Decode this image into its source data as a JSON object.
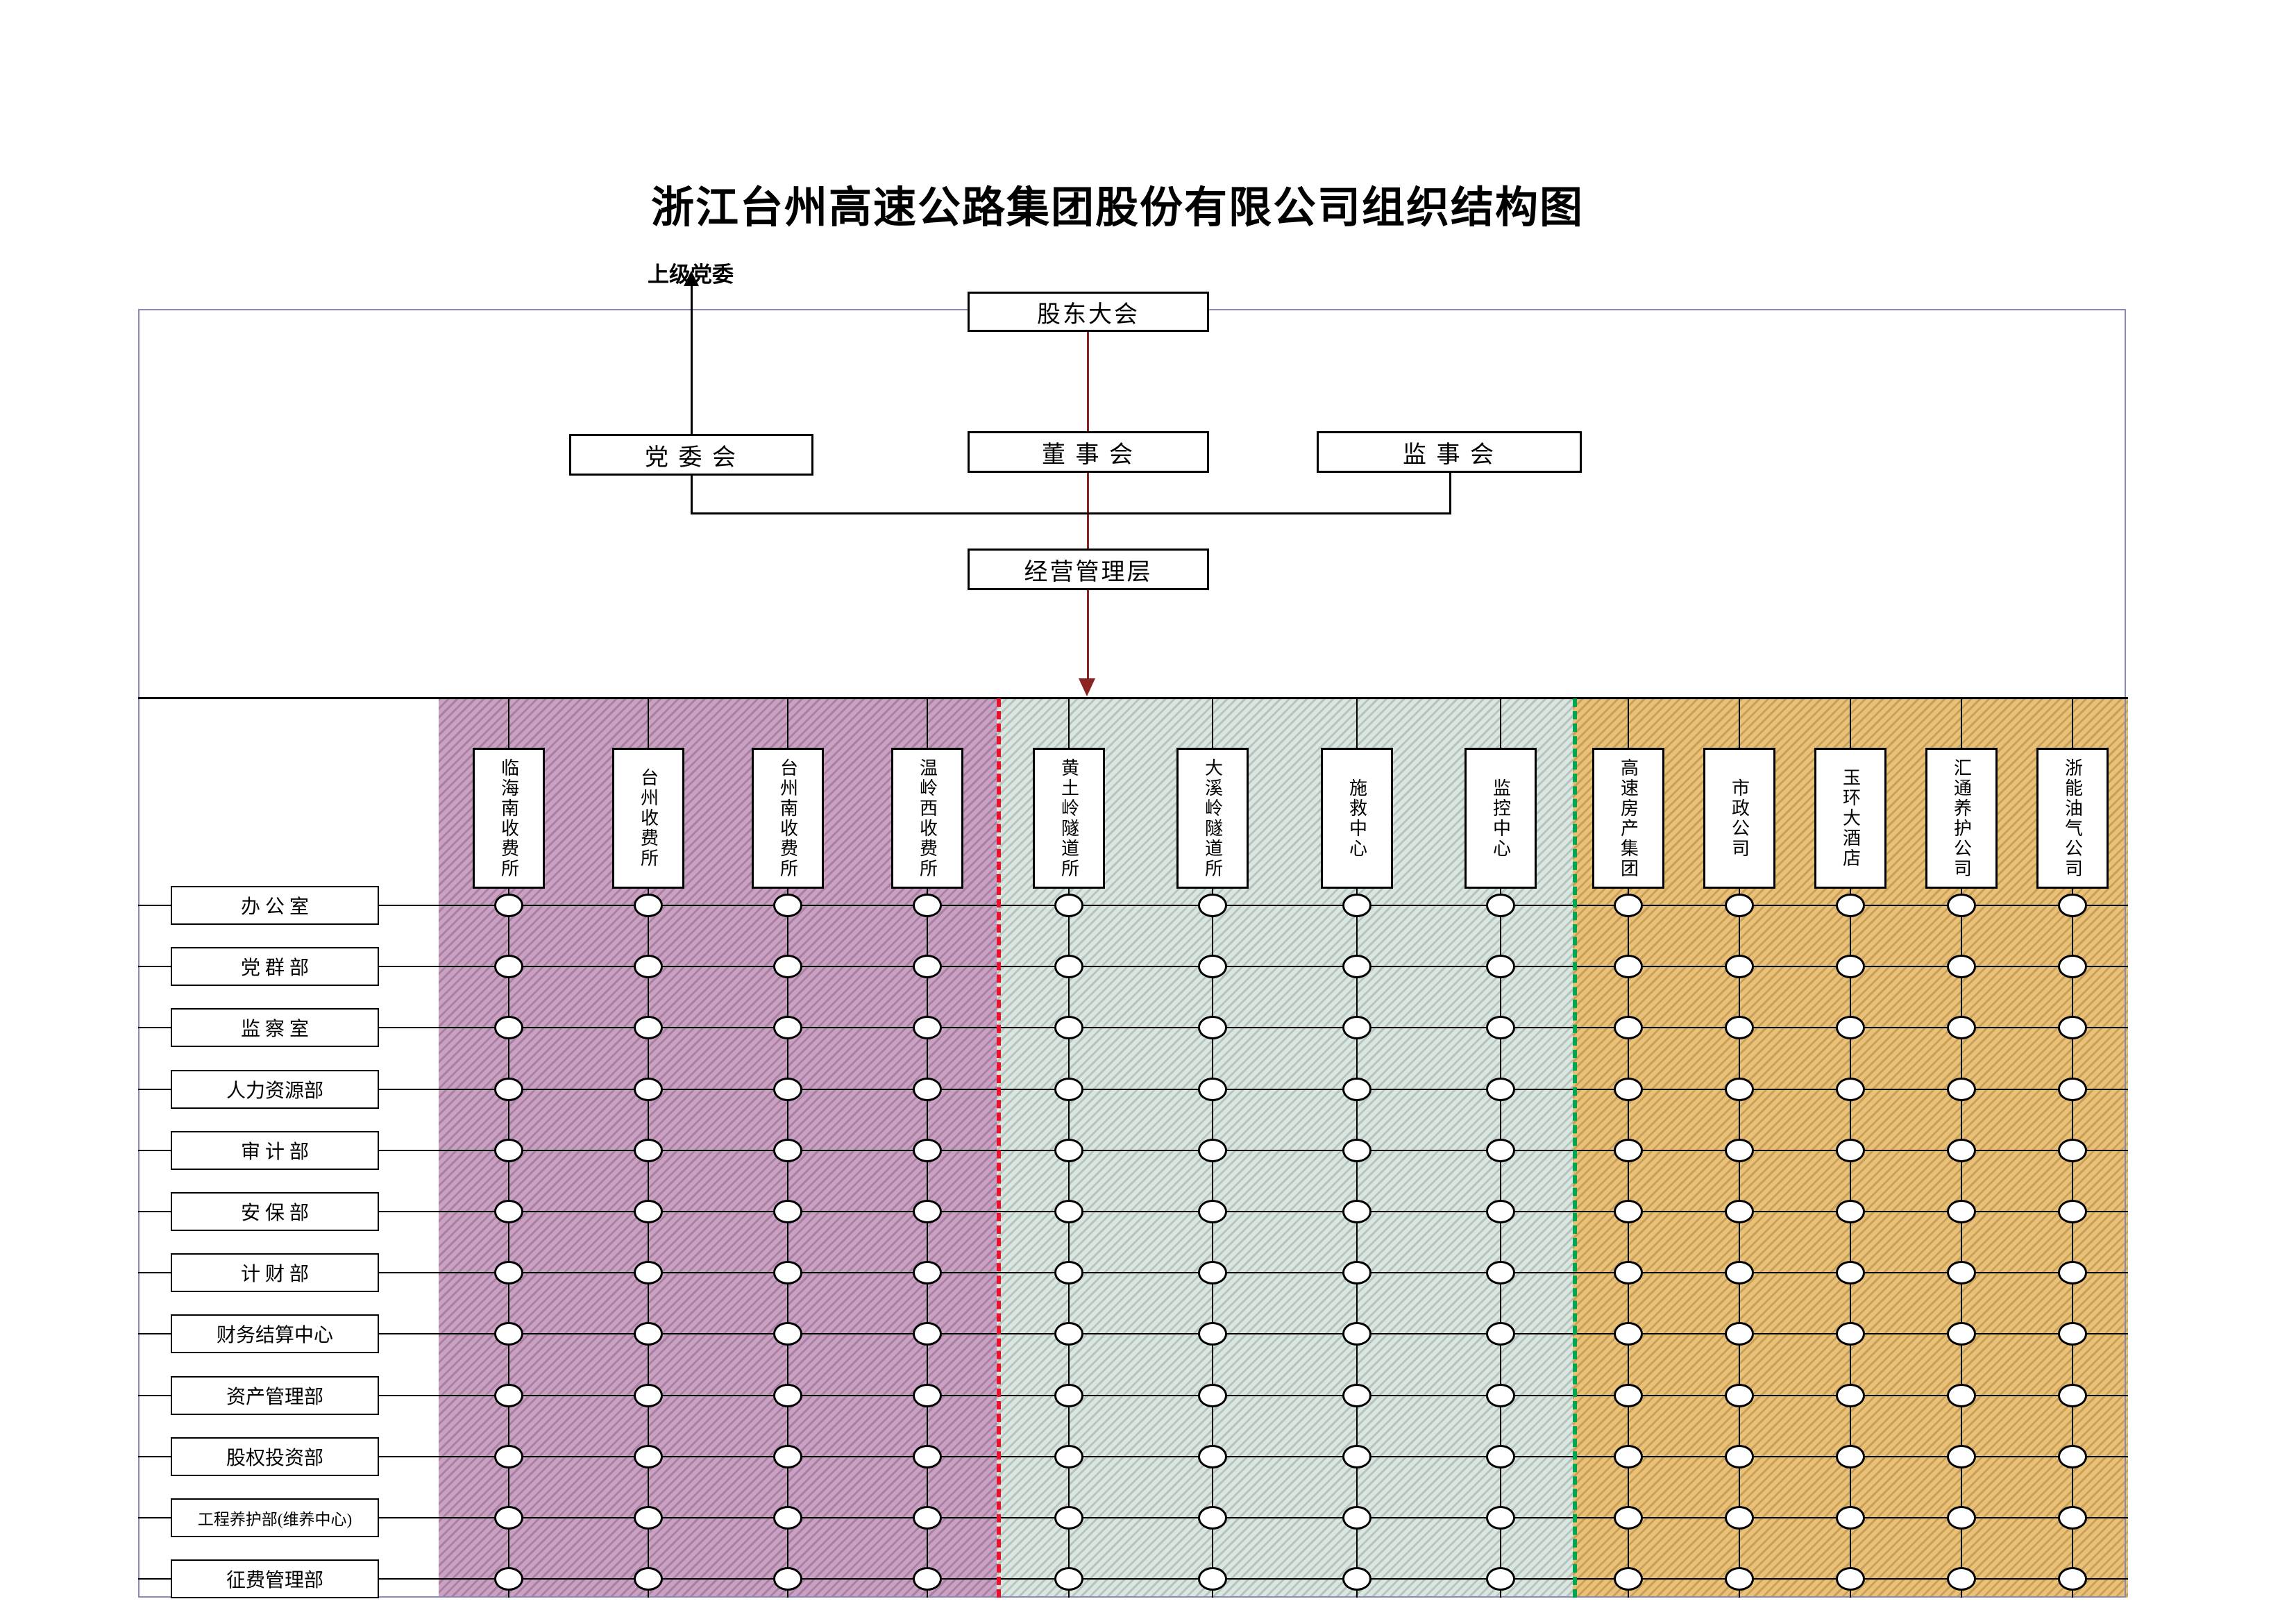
{
  "title": "浙江台州高速公路集团股份有限公司组织结构图",
  "top_label": "上级党委",
  "org_boxes": {
    "shareholders": "股东大会",
    "party_committee": "党  委  会",
    "board": "董  事  会",
    "supervisors": "监  事  会",
    "management": "经营管理层"
  },
  "departments": [
    "办 公 室",
    "党 群 部",
    "监 察 室",
    "人力资源部",
    "审 计 部",
    "安 保 部",
    "计 财 部",
    "财务结算中心",
    "资产管理部",
    "股权投资部",
    "工程养护部(维养中心)",
    "征费管理部"
  ],
  "columns": [
    {
      "label": "临海南收费所",
      "group": "toll"
    },
    {
      "label": "台州收费所",
      "group": "toll"
    },
    {
      "label": "台州南收费所",
      "group": "toll"
    },
    {
      "label": "温岭西收费所",
      "group": "toll"
    },
    {
      "label": "黄土岭隧道所",
      "group": "tunnel"
    },
    {
      "label": "大溪岭隧道所",
      "group": "tunnel"
    },
    {
      "label": "施救中心",
      "group": "tunnel"
    },
    {
      "label": "监控中心",
      "group": "tunnel"
    },
    {
      "label": "高速房产集团",
      "group": "subsidiary"
    },
    {
      "label": "市政公司",
      "group": "subsidiary"
    },
    {
      "label": "玉环大酒店",
      "group": "subsidiary"
    },
    {
      "label": "汇通养护公司",
      "group": "subsidiary"
    },
    {
      "label": "浙能油气公司",
      "group": "subsidiary"
    }
  ],
  "colors": {
    "toll_region": "#c495bc",
    "tunnel_region": "#d5e4dc",
    "subsidiary_region": "#e9ba69",
    "divider_red": "#e8112d",
    "divider_green": "#00a550",
    "flow_line": "#8b2323",
    "frame": "#8a8ab8"
  }
}
